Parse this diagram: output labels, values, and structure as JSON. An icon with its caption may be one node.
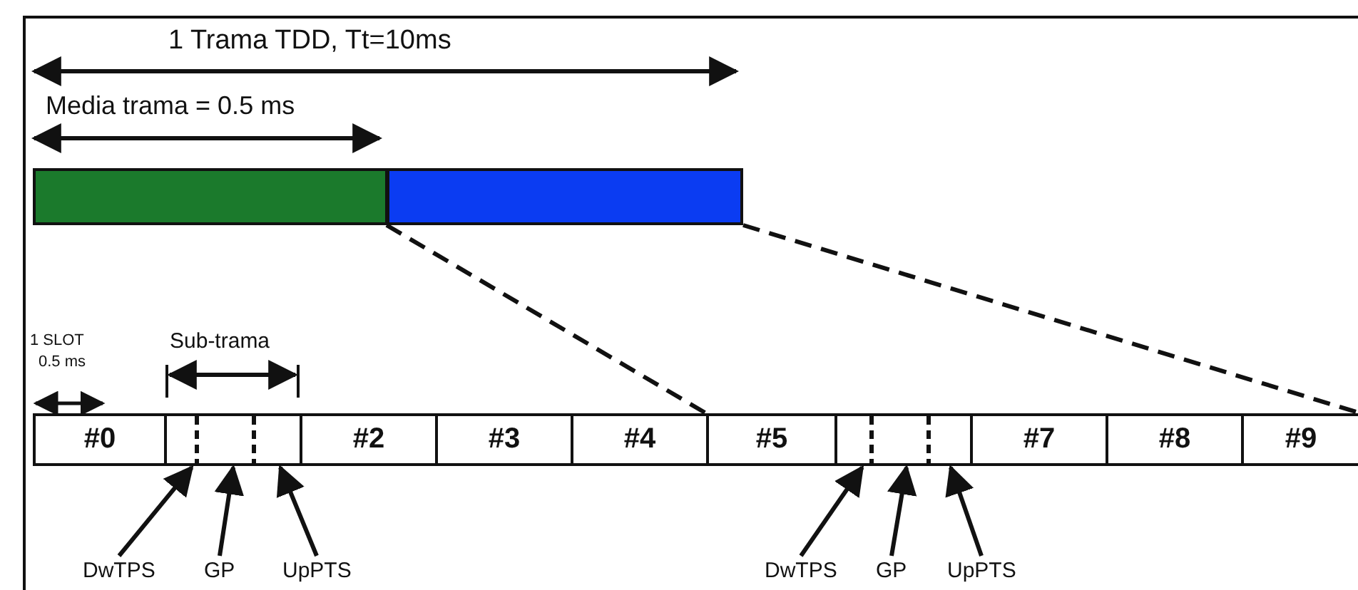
{
  "diagram": {
    "nodes": [
      {
        "text": [],
        "shape": "bar"
      },
      {
        "text": [],
        "shape": "bar"
      },
      {
        "text": [
          "#0"
        ]
      },
      {
        "text": [],
        "shape": "box"
      },
      {
        "text": [
          "#2"
        ]
      },
      {
        "text": [
          "#3"
        ]
      },
      {
        "text": [
          "#4"
        ]
      },
      {
        "text": [
          "#5"
        ]
      },
      {
        "text": [],
        "shape": "box"
      },
      {
        "text": [
          "#7"
        ]
      },
      {
        "text": [
          "#8"
        ]
      },
      {
        "text": [
          "#9"
        ]
      },
      {
        "text": [
          "DwTPS"
        ]
      },
      {
        "text": [
          "GP"
        ]
      },
      {
        "text": [
          "UpPTS"
        ]
      },
      {
        "text": [
          "DwTPS"
        ]
      },
      {
        "text": [
          "GP"
        ]
      },
      {
        "text": [
          "UpPTS"
        ]
      }
    ],
    "edges": [
      {
        "from": 1,
        "to": 7,
        "arrow": "none",
        "style": "dashed"
      },
      {
        "from": 1,
        "to": 11,
        "arrow": "none",
        "style": "dashed"
      },
      {
        "from": 12,
        "to": 3,
        "arrow": "to"
      },
      {
        "from": 13,
        "to": 3,
        "arrow": "to"
      },
      {
        "from": 14,
        "to": 3,
        "arrow": "to"
      },
      {
        "from": 15,
        "to": 8,
        "arrow": "to"
      },
      {
        "from": 16,
        "to": 8,
        "arrow": "to"
      },
      {
        "from": 17,
        "to": 8,
        "arrow": "to"
      }
    ],
    "labels": [
      "1 Trama TDD, Tt=10ms",
      "Media trama = 0.5 ms",
      "1 SLOT",
      "0.5 ms",
      "Sub-trama"
    ]
  }
}
